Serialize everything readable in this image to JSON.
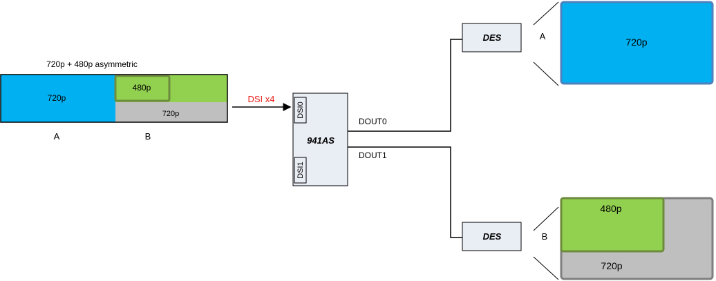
{
  "source_frame": {
    "title": "720p + 480p asymmetric",
    "region_a_label": "720p",
    "region_b_inner_label": "480p",
    "region_b_outer_label": "720p",
    "caption_a": "A",
    "caption_b": "B"
  },
  "link": {
    "label": "DSI x4",
    "color": "#e8201c"
  },
  "serializer": {
    "name": "941AS",
    "port0": "DSI0",
    "port1": "DSI1",
    "out0": "DOUT0",
    "out1": "DOUT1"
  },
  "deserializers": [
    {
      "name": "DES",
      "side_label": "A"
    },
    {
      "name": "DES",
      "side_label": "B"
    }
  ],
  "displays": {
    "a": {
      "label": "720p"
    },
    "b": {
      "inner_label": "480p",
      "outer_label": "720p"
    }
  },
  "colors": {
    "blue": "#00b0f0",
    "green": "#92d050",
    "green_border": "#6e8b3d",
    "gray": "#bfbfbf",
    "box_fill": "#e9edf4"
  }
}
